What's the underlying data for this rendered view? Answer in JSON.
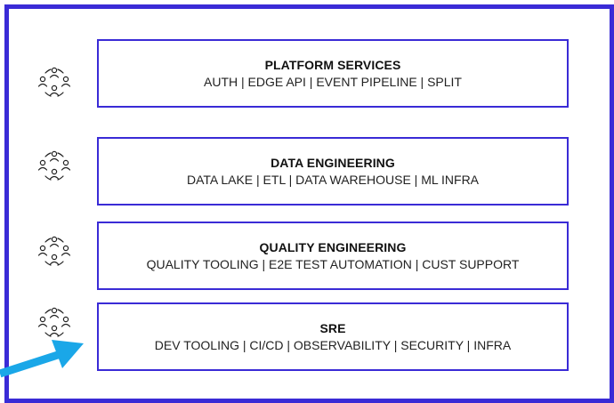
{
  "colors": {
    "accent": "#3a2bd6",
    "arrow": "#1aa7e8",
    "icon": "#222222"
  },
  "icons": {
    "team": "team-cycle-icon",
    "pointer": "pointer-arrow-icon"
  },
  "teams": [
    {
      "title": "PLATFORM SERVICES",
      "items": "AUTH | EDGE API | EVENT PIPELINE | SPLIT"
    },
    {
      "title": "DATA ENGINEERING",
      "items": "DATA LAKE | ETL | DATA WAREHOUSE | ML INFRA"
    },
    {
      "title": "QUALITY ENGINEERING",
      "items": "QUALITY TOOLING | E2E TEST AUTOMATION | CUST SUPPORT"
    },
    {
      "title": "SRE",
      "items": "DEV TOOLING | CI/CD | OBSERVABILITY | SECURITY | INFRA"
    }
  ]
}
